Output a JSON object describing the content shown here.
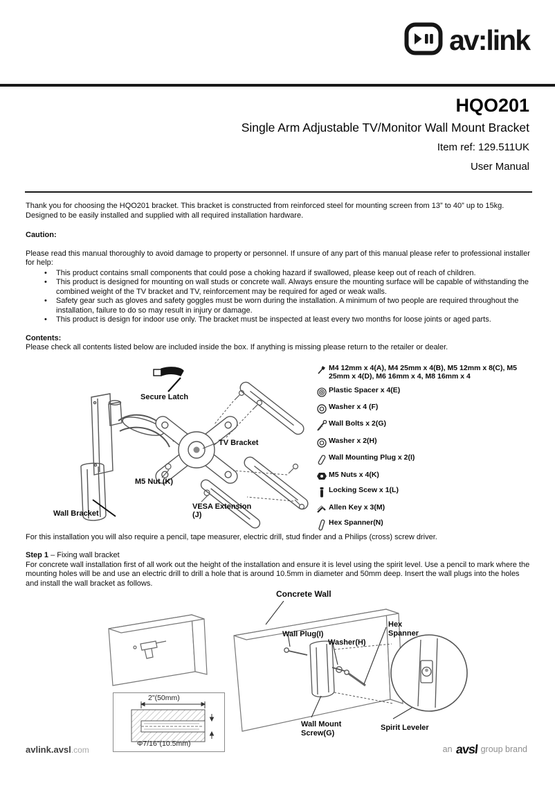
{
  "header": {
    "brand": "av:link"
  },
  "title_block": {
    "model": "HQO201",
    "product": "Single Arm Adjustable TV/Monitor Wall Mount Bracket",
    "item_ref": "Item ref: 129.511UK",
    "doc_type": "User Manual"
  },
  "intro": "Thank you for choosing the HQO201 bracket. This bracket is constructed from reinforced steel for mounting screen from 13” to 40” up to 15kg. Designed to be easily installed and supplied with all required installation hardware.",
  "caution": {
    "heading": "Caution:",
    "lead": "Please read this manual thoroughly to avoid damage to property or personnel. If unsure of any part of this manual please refer to professional installer for help:",
    "bullets": [
      "This product contains small components that could pose a choking hazard if swallowed, please keep out of reach of children.",
      "This product is designed for mounting on wall studs or concrete wall. Always ensure the mounting surface will be capable of withstanding the combined weight of the TV bracket and TV, reinforcement may be required for aged or weak walls.",
      "Safety gear such as gloves and safety goggles must be worn during the installation. A minimum of two people are required throughout the installation, failure to do so may result in injury or damage.",
      "This product is design for indoor use only. The bracket must be inspected at least every two months for loose joints or aged parts."
    ]
  },
  "contents": {
    "heading": "Contents:",
    "lead": "Please check all contents listed below are included inside the box. If anything is missing please return to the retailer or dealer.",
    "labels": {
      "secure_latch": "Secure Latch",
      "tv_bracket": "TV Bracket",
      "m5_nut": "M5 Nut (K)",
      "wall_bracket": "Wall Bracket",
      "vesa_extension": "VESA Extension (J)"
    },
    "parts": [
      {
        "icon": "screws-icon",
        "label": "M4 12mm x 4(A), M4 25mm x 4(B), M5 12mm x 8(C), M5 25mm x 4(D), M6 16mm x 4, M8 16mm x 4"
      },
      {
        "icon": "plastic-spacer-icon",
        "label": "Plastic Spacer x 4(E)"
      },
      {
        "icon": "washer-icon",
        "label": "Washer x 4 (F)"
      },
      {
        "icon": "wall-bolt-icon",
        "label": "Wall Bolts x 2(G)"
      },
      {
        "icon": "washer-icon",
        "label": "Washer x 2(H)"
      },
      {
        "icon": "wall-plug-icon",
        "label": "Wall Mounting Plug x 2(I)"
      },
      {
        "icon": "nut-icon",
        "label": "M5 Nuts x 4(K)"
      },
      {
        "icon": "locking-screw-icon",
        "label": "Locking Scew x 1(L)"
      },
      {
        "icon": "allen-key-icon",
        "label": "Allen Key x 3(M)"
      },
      {
        "icon": "hex-spanner-icon",
        "label": "Hex Spanner(N)"
      }
    ]
  },
  "tools_note": "For this installation you will also require a pencil, tape measurer, electric drill, stud finder and a Philips (cross) screw driver.",
  "step1": {
    "label": "Step 1",
    "title": " – Fixing wall bracket",
    "body": "For concrete wall installation first of all work out the height of the installation and ensure it is level using the spirit level. Use a pencil to mark where the mounting holes will be and use an electric drill to drill a hole that is around 10.5mm in diameter and 50mm deep. Insert the wall plugs into the holes and install the wall bracket as follows.",
    "labels": {
      "concrete_wall": "Concrete Wall",
      "wall_plug": "Wall Plug(I)",
      "washer": "Washer(H)",
      "hex_spanner": "Hex Spanner",
      "wall_mount_screw": "Wall Mount Screw(G)",
      "spirit_leveler": "Spirit Leveler",
      "hole_width": "2\"(50mm)",
      "hole_diameter": "Φ7/16\"(10.5mm)"
    }
  },
  "footer": {
    "site_bold": "avlink.avsl",
    "site_rest": ".com",
    "brand_prefix": "an",
    "brand_name": "avsl",
    "brand_suffix": "group brand"
  },
  "colors": {
    "ink": "#111111",
    "rule": "#191919",
    "muted": "#a8a8a8"
  }
}
